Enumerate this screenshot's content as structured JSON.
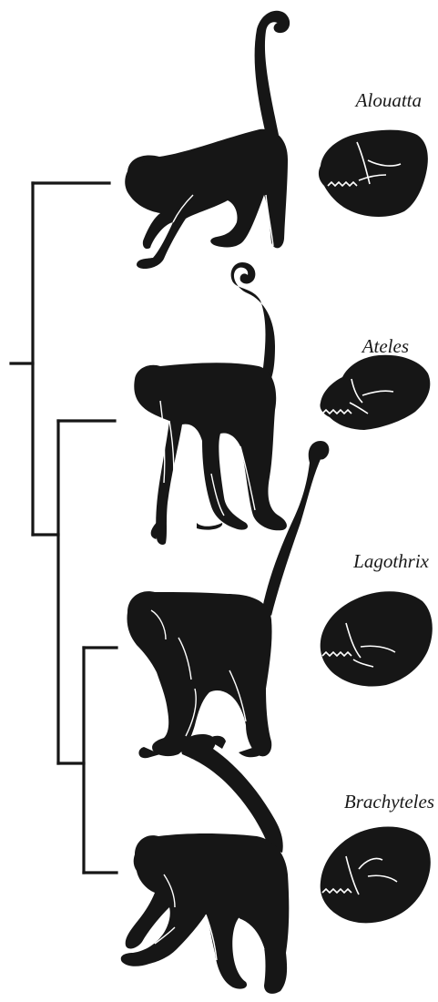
{
  "figure": {
    "taxa": [
      {
        "id": "alouatta",
        "label": "Alouatta",
        "silhouette_icon": "howler-monkey-silhouette-icon",
        "skull_icon": "howler-skull-icon"
      },
      {
        "id": "ateles",
        "label": "Ateles",
        "silhouette_icon": "spider-monkey-silhouette-icon",
        "skull_icon": "spider-monkey-skull-icon"
      },
      {
        "id": "lagothrix",
        "label": "Lagothrix",
        "silhouette_icon": "woolly-monkey-silhouette-icon",
        "skull_icon": "woolly-monkey-skull-icon"
      },
      {
        "id": "brachyteles",
        "label": "Brachyteles",
        "silhouette_icon": "muriqui-silhouette-icon",
        "skull_icon": "muriqui-skull-icon"
      }
    ],
    "tree_topology": "(Alouatta,(Ateles,(Lagothrix,Brachyteles)))",
    "colors": {
      "silhouette": "#161616",
      "outline": "#ffffff",
      "tree_line": "#161616",
      "background": "#ffffff"
    }
  }
}
